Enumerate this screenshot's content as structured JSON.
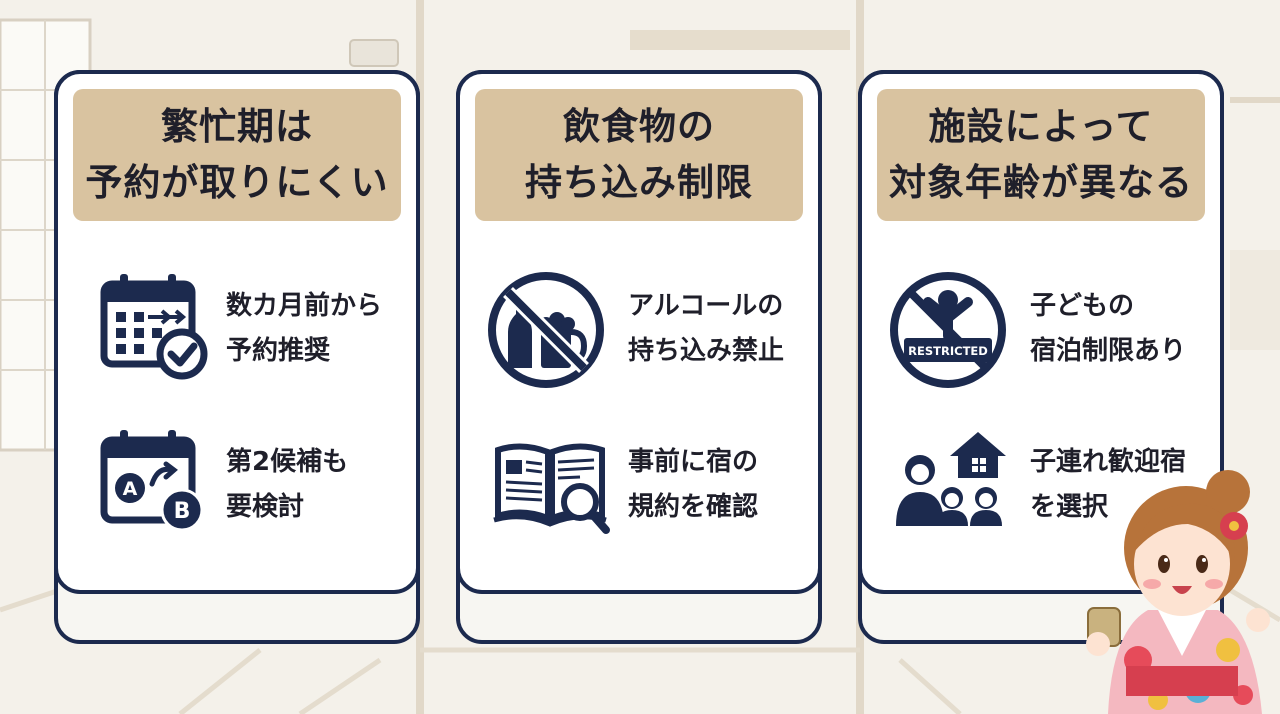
{
  "cards": [
    {
      "title_lines": [
        "繁忙期は",
        "予約が取りにくい"
      ],
      "items": [
        {
          "icon": "calendar-check-icon",
          "lines": [
            "数カ月前から",
            "予約推奨"
          ]
        },
        {
          "icon": "calendar-ab-switch-icon",
          "icon_letters": [
            "A",
            "B"
          ],
          "lines": [
            "第2候補も",
            "要検討"
          ]
        }
      ]
    },
    {
      "title_lines": [
        "飲食物の",
        "持ち込み制限"
      ],
      "items": [
        {
          "icon": "no-alcohol-icon",
          "lines": [
            "アルコールの",
            "持ち込み禁止"
          ]
        },
        {
          "icon": "book-magnifier-icon",
          "lines": [
            "事前に宿の",
            "規約を確認"
          ]
        }
      ]
    },
    {
      "title_lines": [
        "施設によって",
        "対象年齢が異なる"
      ],
      "items": [
        {
          "icon": "restricted-child-icon",
          "icon_label": "RESTRICTED",
          "lines": [
            "子どもの",
            "宿泊制限あり"
          ]
        },
        {
          "icon": "family-house-icon",
          "lines": [
            "子連れ歓迎宿",
            "を選択"
          ]
        }
      ]
    }
  ],
  "colors": {
    "navy": "#1c2a4e",
    "header_beige": "#d9c3a0",
    "background": "#f4f1ea"
  }
}
